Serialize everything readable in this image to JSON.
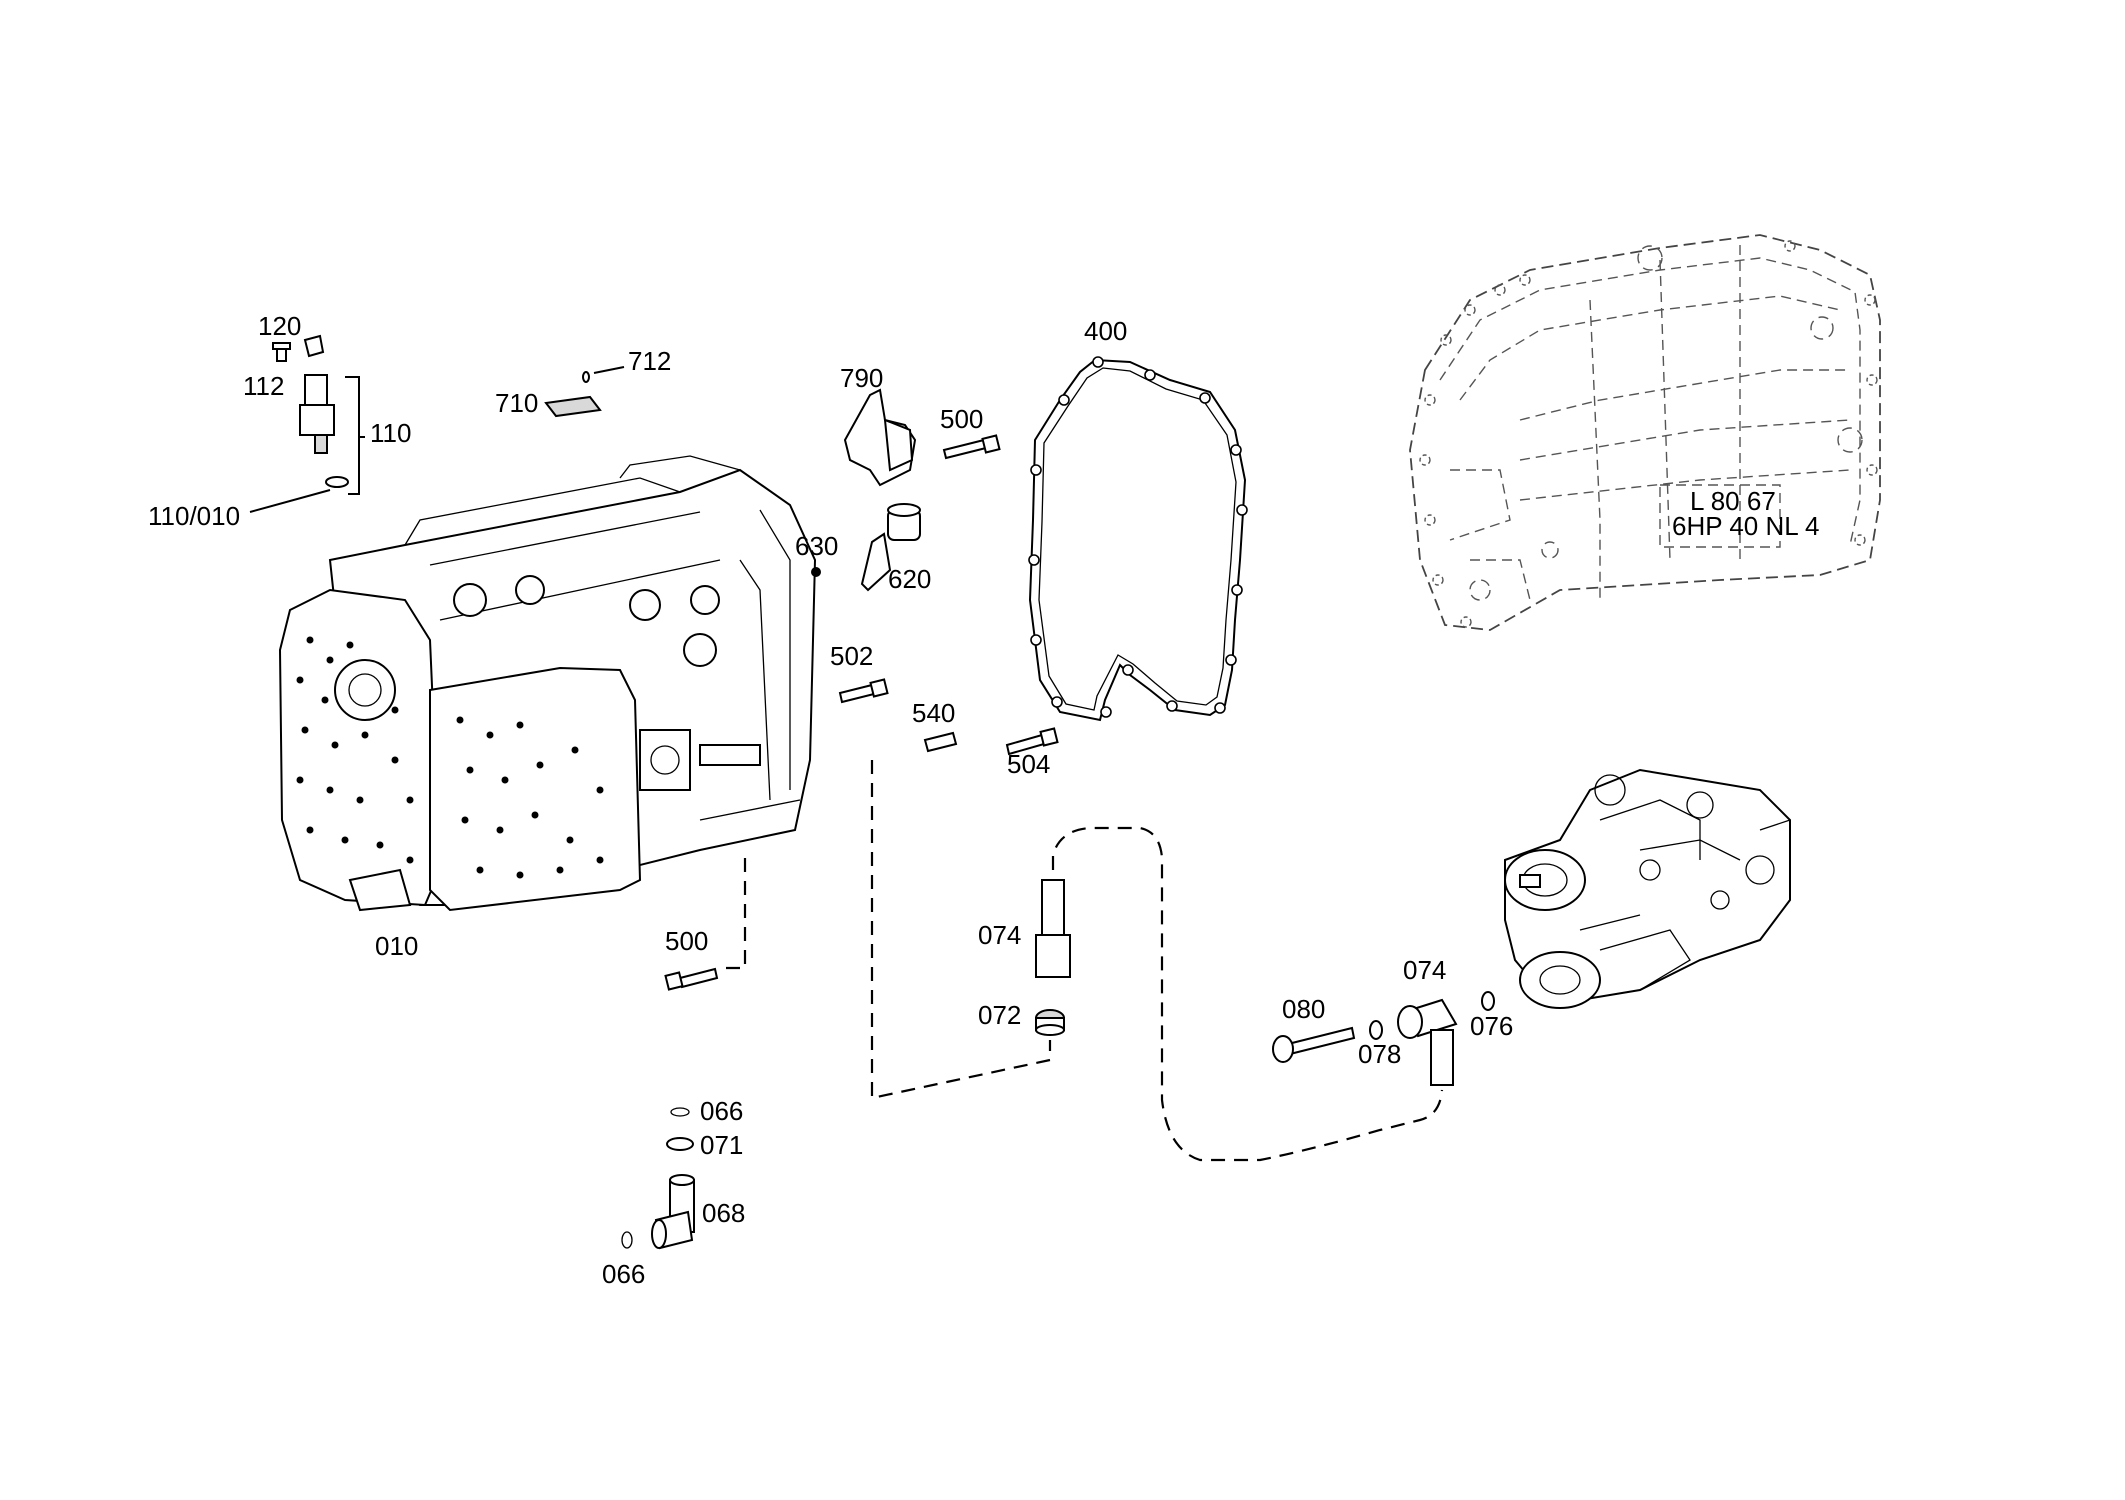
{
  "labels": {
    "p120": "120",
    "p112": "112",
    "p110": "110",
    "p110_010": "110/010",
    "p710": "710",
    "p712": "712",
    "p790": "790",
    "p500_top": "500",
    "p400": "400",
    "p630": "630",
    "p620": "620",
    "p502": "502",
    "p540": "540",
    "p504": "504",
    "p010": "010",
    "p500_bottom": "500",
    "p074_left": "074",
    "p072": "072",
    "p066_top": "066",
    "p071": "071",
    "p068": "068",
    "p066_bottom": "066",
    "p080": "080",
    "p078": "078",
    "p074_right": "074",
    "p076": "076"
  },
  "plate_text": {
    "line1": "L 80 67",
    "line2": "6HP 40 NL 4"
  }
}
